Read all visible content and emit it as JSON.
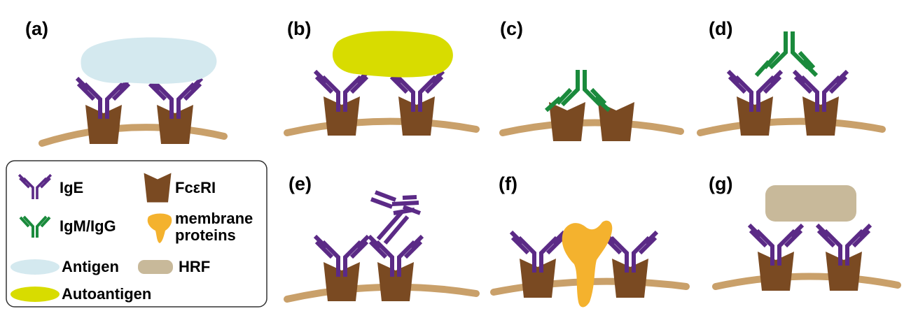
{
  "panels": [
    {
      "label": "(a)"
    },
    {
      "label": "(b)"
    },
    {
      "label": "(c)"
    },
    {
      "label": "(d)"
    },
    {
      "label": "(e)"
    },
    {
      "label": "(f)"
    },
    {
      "label": "(g)"
    }
  ],
  "legend": {
    "ige": "IgE",
    "fceri": "FcεRI",
    "igm_igg": "IgM/IgG",
    "membrane_line1": "membrane",
    "membrane_line2": "proteins",
    "antigen": "Antigen",
    "hrf": "HRF",
    "autoantigen": "Autoantigen"
  },
  "colors": {
    "ige": "#5b2a86",
    "igm_igg": "#1a8a3c",
    "fceri": "#7a4a22",
    "membrane": "#c9a06a",
    "antigen": "#d4e9ef",
    "autoantigen": "#d8dc00",
    "membrane_protein": "#f4b22e",
    "hrf": "#c8b99a"
  }
}
